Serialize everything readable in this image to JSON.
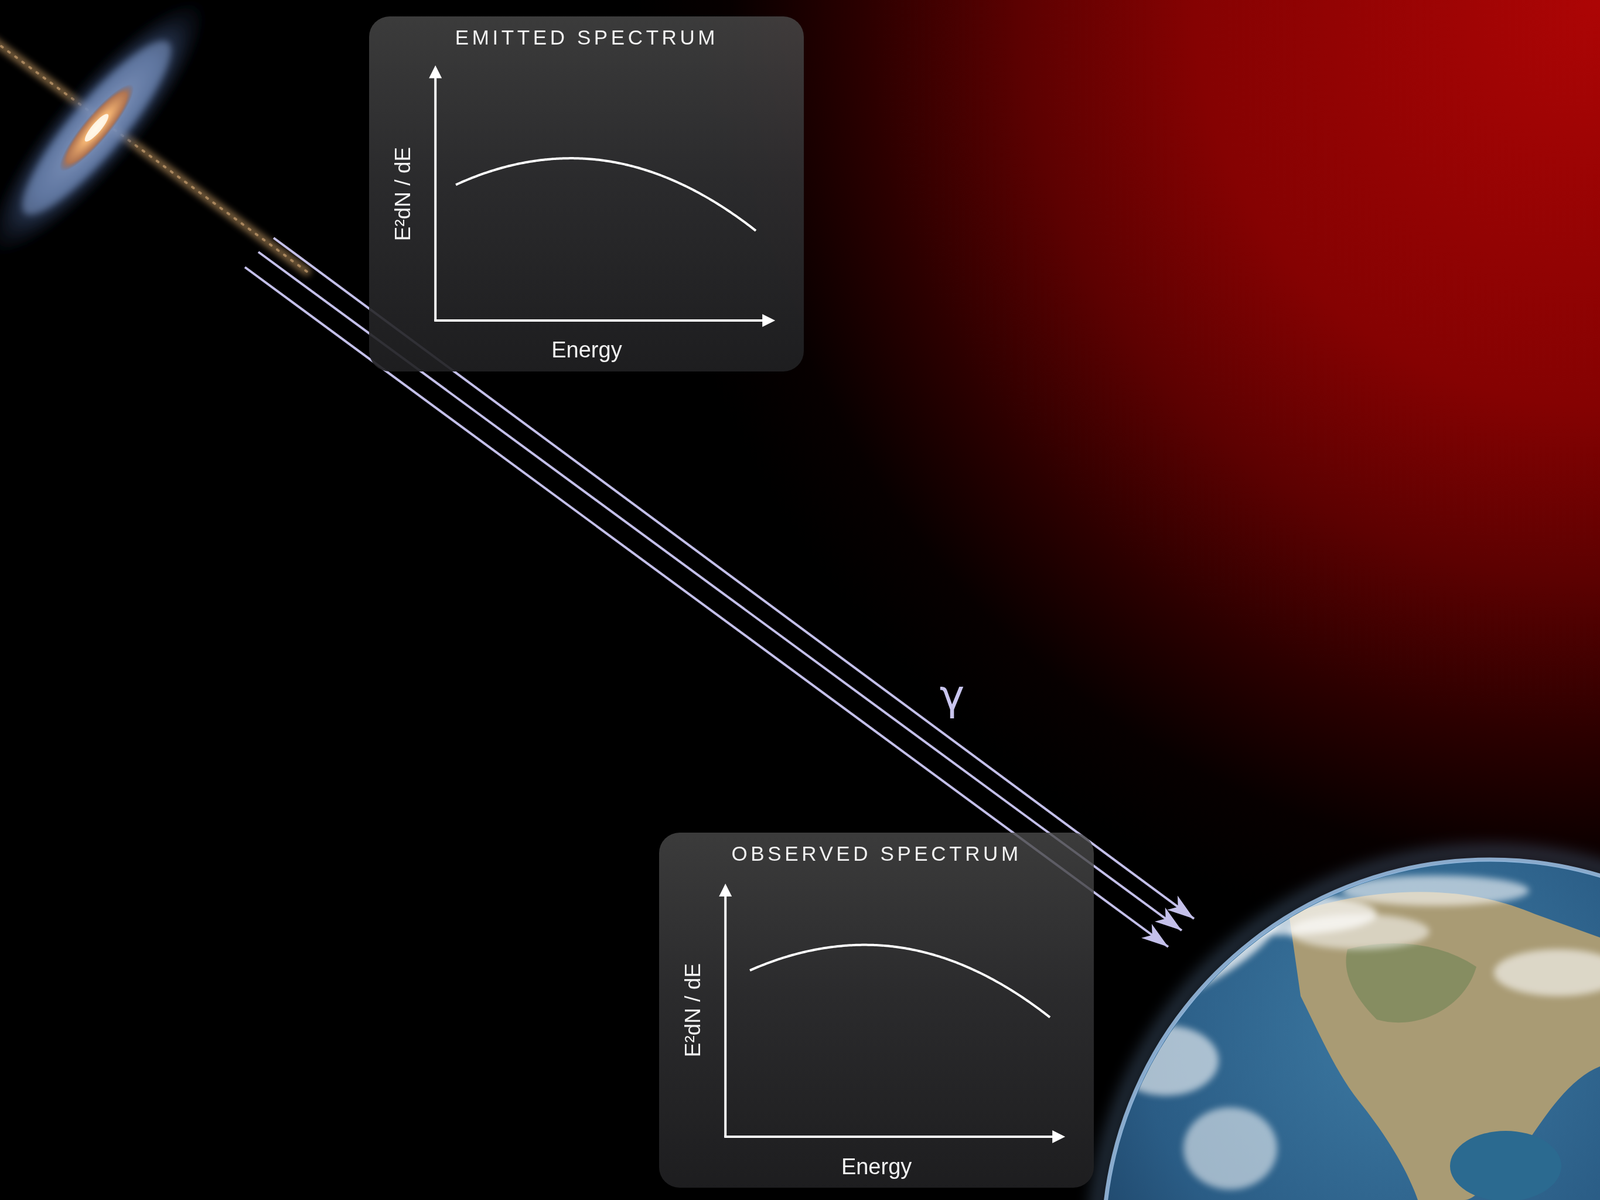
{
  "diagram": {
    "nodes": [
      {
        "text": [
          "EMITTED SPECTRUM",
          "E²dN / dE",
          "Energy"
        ]
      },
      {
        "text": [
          "OBSERVED SPECTRUM",
          "E²dN / dE",
          "Energy"
        ]
      }
    ],
    "labels": [
      "γ"
    ]
  }
}
